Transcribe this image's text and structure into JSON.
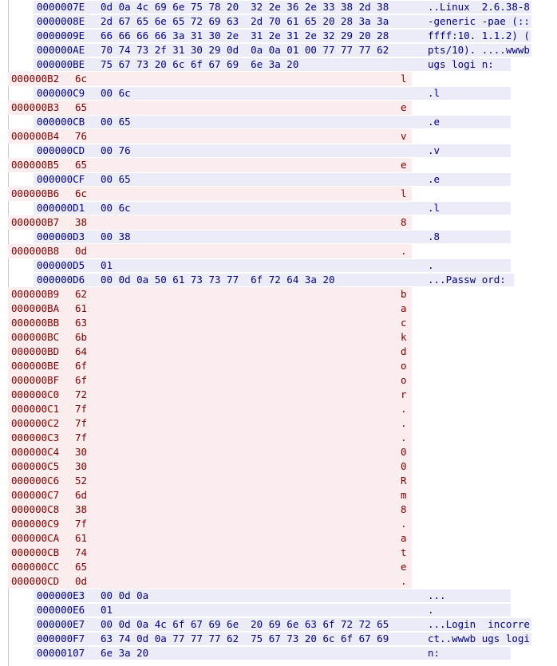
{
  "view": "hex-dump",
  "colors": {
    "server_text": "#00007f",
    "server_bg": "#ececf8",
    "client_text": "#7f0000",
    "client_bg": "#fbeded"
  },
  "rows": [
    {
      "side": "server",
      "offset": "0000007E",
      "hex": "0d 0a 4c 69 6e 75 78 20  32 2e 36 2e 33 38 2d 38",
      "ascii": "..Linux  2.6.38-8"
    },
    {
      "side": "server",
      "offset": "0000008E",
      "hex": "2d 67 65 6e 65 72 69 63  2d 70 61 65 20 28 3a 3a",
      "ascii": "-generic -pae (::"
    },
    {
      "side": "server",
      "offset": "0000009E",
      "hex": "66 66 66 66 3a 31 30 2e  31 2e 31 2e 32 29 20 28",
      "ascii": "ffff:10. 1.1.2) ("
    },
    {
      "side": "server",
      "offset": "000000AE",
      "hex": "70 74 73 2f 31 30 29 0d  0a 0a 01 00 77 77 77 62",
      "ascii": "pts/10). ....wwwb"
    },
    {
      "side": "server",
      "offset": "000000BE",
      "hex": "75 67 73 20 6c 6f 67 69  6e 3a 20",
      "ascii": "ugs logi n: "
    },
    {
      "side": "client",
      "offset": "000000B2",
      "hex": "6c",
      "ascii": "l"
    },
    {
      "side": "server",
      "offset": "000000C9",
      "hex": "00 6c",
      "ascii": ".l"
    },
    {
      "side": "client",
      "offset": "000000B3",
      "hex": "65",
      "ascii": "e"
    },
    {
      "side": "server",
      "offset": "000000CB",
      "hex": "00 65",
      "ascii": ".e"
    },
    {
      "side": "client",
      "offset": "000000B4",
      "hex": "76",
      "ascii": "v"
    },
    {
      "side": "server",
      "offset": "000000CD",
      "hex": "00 76",
      "ascii": ".v"
    },
    {
      "side": "client",
      "offset": "000000B5",
      "hex": "65",
      "ascii": "e"
    },
    {
      "side": "server",
      "offset": "000000CF",
      "hex": "00 65",
      "ascii": ".e"
    },
    {
      "side": "client",
      "offset": "000000B6",
      "hex": "6c",
      "ascii": "l"
    },
    {
      "side": "server",
      "offset": "000000D1",
      "hex": "00 6c",
      "ascii": ".l"
    },
    {
      "side": "client",
      "offset": "000000B7",
      "hex": "38",
      "ascii": "8"
    },
    {
      "side": "server",
      "offset": "000000D3",
      "hex": "00 38",
      "ascii": ".8"
    },
    {
      "side": "client",
      "offset": "000000B8",
      "hex": "0d",
      "ascii": "."
    },
    {
      "side": "server",
      "offset": "000000D5",
      "hex": "01",
      "ascii": "."
    },
    {
      "side": "server",
      "offset": "000000D6",
      "hex": "00 0d 0a 50 61 73 73 77  6f 72 64 3a 20",
      "ascii": "...Passw ord: "
    },
    {
      "side": "client",
      "offset": "000000B9",
      "hex": "62",
      "ascii": "b"
    },
    {
      "side": "client",
      "offset": "000000BA",
      "hex": "61",
      "ascii": "a"
    },
    {
      "side": "client",
      "offset": "000000BB",
      "hex": "63",
      "ascii": "c"
    },
    {
      "side": "client",
      "offset": "000000BC",
      "hex": "6b",
      "ascii": "k"
    },
    {
      "side": "client",
      "offset": "000000BD",
      "hex": "64",
      "ascii": "d"
    },
    {
      "side": "client",
      "offset": "000000BE",
      "hex": "6f",
      "ascii": "o"
    },
    {
      "side": "client",
      "offset": "000000BF",
      "hex": "6f",
      "ascii": "o"
    },
    {
      "side": "client",
      "offset": "000000C0",
      "hex": "72",
      "ascii": "r"
    },
    {
      "side": "client",
      "offset": "000000C1",
      "hex": "7f",
      "ascii": "."
    },
    {
      "side": "client",
      "offset": "000000C2",
      "hex": "7f",
      "ascii": "."
    },
    {
      "side": "client",
      "offset": "000000C3",
      "hex": "7f",
      "ascii": "."
    },
    {
      "side": "client",
      "offset": "000000C4",
      "hex": "30",
      "ascii": "0"
    },
    {
      "side": "client",
      "offset": "000000C5",
      "hex": "30",
      "ascii": "0"
    },
    {
      "side": "client",
      "offset": "000000C6",
      "hex": "52",
      "ascii": "R"
    },
    {
      "side": "client",
      "offset": "000000C7",
      "hex": "6d",
      "ascii": "m"
    },
    {
      "side": "client",
      "offset": "000000C8",
      "hex": "38",
      "ascii": "8"
    },
    {
      "side": "client",
      "offset": "000000C9",
      "hex": "7f",
      "ascii": "."
    },
    {
      "side": "client",
      "offset": "000000CA",
      "hex": "61",
      "ascii": "a"
    },
    {
      "side": "client",
      "offset": "000000CB",
      "hex": "74",
      "ascii": "t"
    },
    {
      "side": "client",
      "offset": "000000CC",
      "hex": "65",
      "ascii": "e"
    },
    {
      "side": "client",
      "offset": "000000CD",
      "hex": "0d",
      "ascii": "."
    },
    {
      "side": "server",
      "offset": "000000E3",
      "hex": "00 0d 0a",
      "ascii": "..."
    },
    {
      "side": "server",
      "offset": "000000E6",
      "hex": "01",
      "ascii": "."
    },
    {
      "side": "server",
      "offset": "000000E7",
      "hex": "00 0d 0a 4c 6f 67 69 6e  20 69 6e 63 6f 72 72 65",
      "ascii": "...Login  incorre"
    },
    {
      "side": "server",
      "offset": "000000F7",
      "hex": "63 74 0d 0a 77 77 77 62  75 67 73 20 6c 6f 67 69",
      "ascii": "ct..wwwb ugs logi"
    },
    {
      "side": "server",
      "offset": "00000107",
      "hex": "6e 3a 20",
      "ascii": "n: "
    }
  ]
}
